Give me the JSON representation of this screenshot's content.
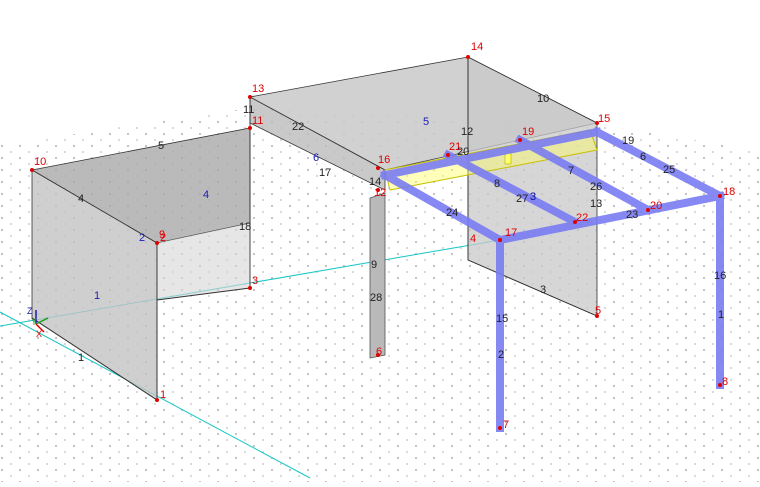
{
  "colors": {
    "node": "#e00000",
    "surface_label": "#1a1ab8",
    "member_label": "#222222",
    "selected_member": "#7a7cf2",
    "surface_fill": "#c9c9c9",
    "highlight": "#ffff66",
    "axis_line": "#19c5c5"
  },
  "axis_triad": {
    "x": "X",
    "y": "Y",
    "z": "Z"
  },
  "surface_labels": [
    "1",
    "2",
    "3",
    "4",
    "5",
    "6"
  ],
  "node_labels": [
    "1",
    "2",
    "3",
    "4",
    "5",
    "6",
    "7",
    "8",
    "9",
    "10",
    "11",
    "12",
    "13",
    "14",
    "15",
    "16",
    "17",
    "18",
    "19",
    "20",
    "21",
    "22"
  ],
  "member_labels": [
    "1",
    "2",
    "3",
    "4",
    "5",
    "6",
    "7",
    "8",
    "9",
    "10",
    "11",
    "12",
    "13",
    "14",
    "15",
    "16",
    "17",
    "18",
    "19",
    "20",
    "22",
    "23",
    "24",
    "25",
    "26",
    "27",
    "28",
    "1",
    "3"
  ]
}
